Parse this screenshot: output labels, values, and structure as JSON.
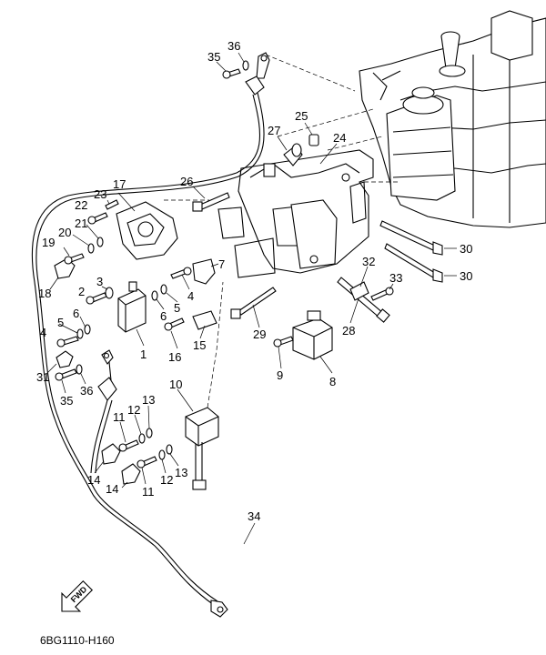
{
  "figure_code": "6BG1110-H160",
  "fwd_label": "FWD",
  "callouts": [
    "36",
    "35",
    "25",
    "27",
    "24",
    "26",
    "17",
    "23",
    "22",
    "21",
    "20",
    "19",
    "18",
    "3",
    "2",
    "6",
    "5",
    "4",
    "31",
    "35",
    "36",
    "1",
    "7",
    "4",
    "5",
    "6",
    "16",
    "15",
    "30",
    "30",
    "32",
    "33",
    "28",
    "29",
    "9",
    "8",
    "10",
    "11",
    "12",
    "13",
    "14",
    "14",
    "11",
    "12",
    "13",
    "34"
  ]
}
